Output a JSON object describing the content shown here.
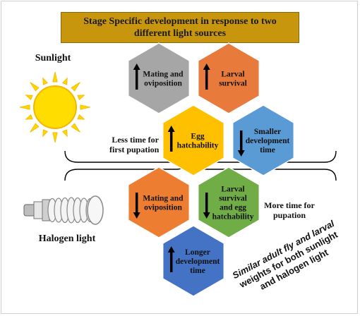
{
  "title": {
    "line1": "Stage Specific development in response to two",
    "line2": "different light sources"
  },
  "sources": {
    "sunlight_label": "Sunlight",
    "halogen_label": "Halogen light",
    "sun_icon": "sun-icon",
    "bulb_icon": "cfl-bulb-icon"
  },
  "sunlight_hexes": [
    {
      "id": "mating",
      "lines": [
        "Mating and",
        "oviposition"
      ],
      "color": "#a6a6a6",
      "arrow": "up"
    },
    {
      "id": "larval",
      "lines": [
        "Larval",
        "survival"
      ],
      "color": "#e87a3b",
      "arrow": "up"
    },
    {
      "id": "egg",
      "lines": [
        "Egg",
        "hatchability"
      ],
      "color": "#ffc000",
      "arrow": "up"
    },
    {
      "id": "smaller",
      "lines": [
        "Smaller",
        "development",
        "time"
      ],
      "color": "#5b9bd5",
      "arrow": "down"
    }
  ],
  "halogen_hexes": [
    {
      "id": "mating2",
      "lines": [
        "Mating and",
        "oviposition"
      ],
      "color": "#ed7d31",
      "arrow": "down"
    },
    {
      "id": "larval2",
      "lines": [
        "Larval",
        "survival",
        "and egg",
        "hatchability"
      ],
      "color": "#70ad47",
      "arrow": "down"
    },
    {
      "id": "longer",
      "lines": [
        "Longer",
        "development",
        "time"
      ],
      "color": "#4472c4",
      "arrow": "up"
    }
  ],
  "notes": {
    "less_time": [
      "Less time for",
      "first pupation"
    ],
    "more_time": [
      "More time for",
      "pupation"
    ],
    "similar": [
      "Similar adult fly and larval",
      "weights for both sunlight",
      "and halogen light"
    ]
  },
  "colors": {
    "title_bg": "#c8960c",
    "sun_fill": "#ffd700",
    "arrow": "#000000"
  }
}
